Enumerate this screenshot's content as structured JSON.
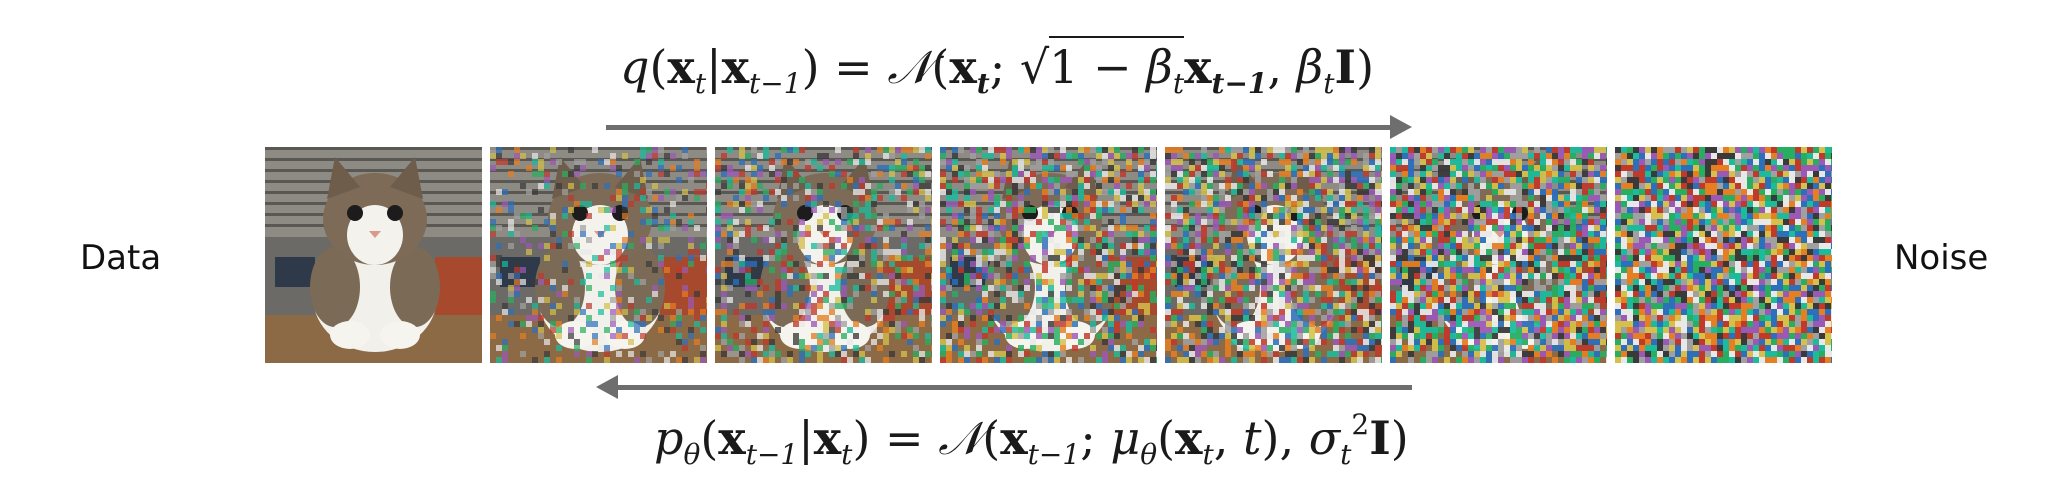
{
  "labels": {
    "left": "Data",
    "right": "Noise"
  },
  "equations": {
    "forward": {
      "q": "q",
      "x": "x",
      "t": "t",
      "tm1": "t−1",
      "bar": "|",
      "eq": "=",
      "N": "𝒩",
      "semi": ";",
      "one_minus": "1 − ",
      "beta": "β",
      "comma": ",",
      "I": "I",
      "lp": "(",
      "rp": ")"
    },
    "reverse": {
      "p": "p",
      "theta": "θ",
      "x": "x",
      "t": "t",
      "tm1": "t−1",
      "bar": "|",
      "eq": "=",
      "N": "𝒩",
      "semi": ";",
      "mu": "μ",
      "sigma": "σ",
      "sq": "2",
      "comma": ",",
      "I": "I",
      "lp": "(",
      "rp": ")"
    }
  },
  "frames": [
    {
      "noise_level": 0.0
    },
    {
      "noise_level": 0.35
    },
    {
      "noise_level": 0.5
    },
    {
      "noise_level": 0.62
    },
    {
      "noise_level": 0.72
    },
    {
      "noise_level": 0.88
    },
    {
      "noise_level": 1.0
    }
  ],
  "colors": {
    "arrow": "#6e6e6e"
  }
}
